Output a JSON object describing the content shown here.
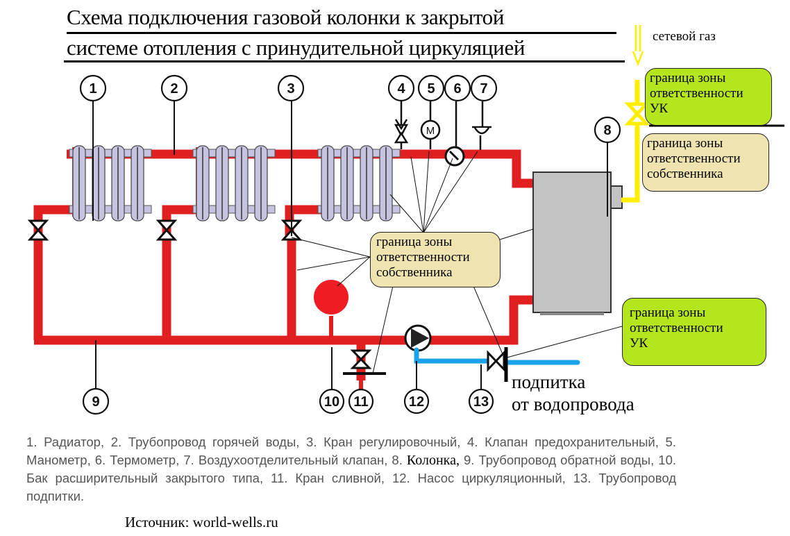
{
  "title": {
    "line1": "Схема подключения газовой колонки к закрытой",
    "line2": "системе отопления с принудительной циркуляцией"
  },
  "gas_label": "сетевой газ",
  "callouts": {
    "uk_top": {
      "lines": [
        "граница зоны",
        "ответственности",
        "УК"
      ],
      "color": "#b5e61d"
    },
    "owner_right": {
      "lines": [
        "граница зоны",
        "ответственности",
        "собственника"
      ],
      "color": "#efe4b0"
    },
    "owner_center": {
      "lines": [
        "граница зоны",
        "ответственности",
        "собственника"
      ],
      "color": "#efe4b0"
    },
    "uk_bottom": {
      "lines": [
        "граница зоны",
        "ответственности",
        "УК"
      ],
      "color": "#b5e61d"
    }
  },
  "feed_label": {
    "line1": "подпитка",
    "line2": "от водопровода"
  },
  "markers": [
    "1",
    "2",
    "3",
    "4",
    "5",
    "6",
    "7",
    "8",
    "9",
    "10",
    "11",
    "12",
    "13"
  ],
  "legend": {
    "part1": "1. Радиатор, 2. Трубопровод горячей воды, 3. Кран регулировочный, 4. Клапан предохранительный, 5. Манометр, 6. Термометр, 7. Воздухоотделительный клапан, 8.",
    "kolonka": "Колонка,",
    "part2": "9. Трубопровод обратной воды, 10. Бак расширительный закрытого типа, 11. Кран сливной, 12. Насос циркуляционный, 13. Трубопровод подпитки.",
    "source": "Источник: world-wells.ru"
  },
  "colors": {
    "hot_pipe": "#e02020",
    "feed_pipe": "#1aa3e8",
    "gas_pipe": "#ffee00",
    "radiator": "#c4c4e0",
    "boiler": "#c3c3c3",
    "tank": "#ee1c24"
  }
}
